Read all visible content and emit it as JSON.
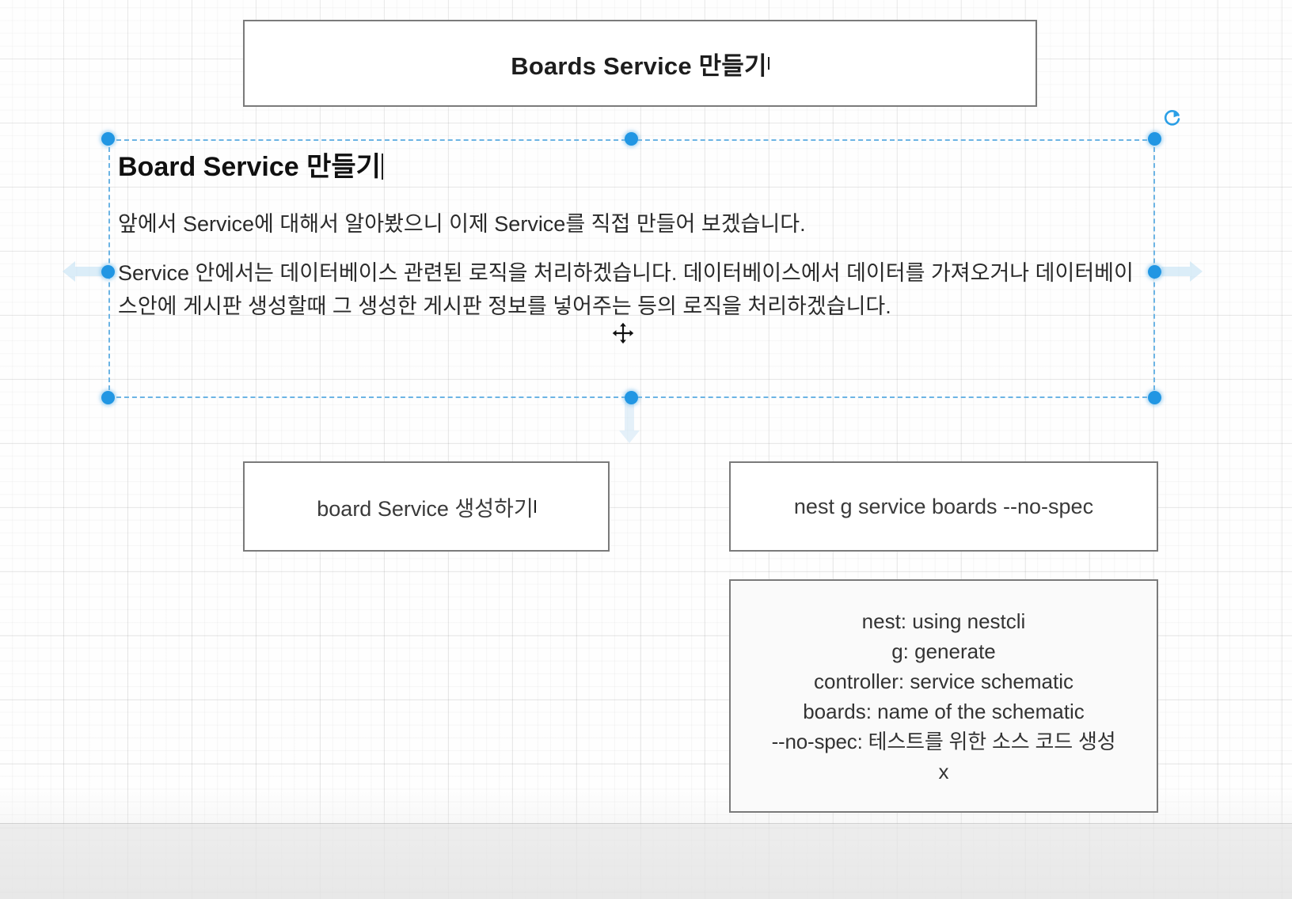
{
  "app": {
    "canvas_background": "#fdfdfd",
    "grid_color": "#e0e0e0",
    "selection_color": "#2196e3"
  },
  "title_box": {
    "text": "Boards Service 만들기"
  },
  "selected_text_object": {
    "heading": "Board Service 만들기",
    "paragraph_1": "앞에서 Service에 대해서 알아봤으니 이제 Service를 직접 만들어 보겠습니다.",
    "paragraph_2": "Service 안에서는 데이터베이스 관련된 로직을 처리하겠습니다. 데이터베이스에서 데이터를 가져오거나 데이터베이스안에 게시판 생성할때 그 생성한 게시판 정보를 넣어주는 등의 로직을 처리하겠습니다.",
    "handles": {
      "top_left": "resize-handle-top-left",
      "top_center": "resize-handle-top-center",
      "top_right": "resize-handle-top-right",
      "middle_left": "resize-handle-middle-left",
      "middle_right": "resize-handle-middle-right",
      "bottom_left": "resize-handle-bottom-left",
      "bottom_center": "resize-handle-bottom-center",
      "bottom_right": "resize-handle-bottom-right"
    },
    "rotate_icon": "rotate-icon",
    "cursor": "move-cursor"
  },
  "create_service_box": {
    "text": "board Service 생성하기"
  },
  "nest_command_box": {
    "text": "nest g service boards --no-spec"
  },
  "nest_description_box": {
    "lines": [
      "nest: using nestcli",
      "g: generate",
      "controller: service schematic",
      "boards: name of the schematic",
      "--no-spec: 테스트를 위한 소스 코드 생성",
      "x"
    ]
  }
}
